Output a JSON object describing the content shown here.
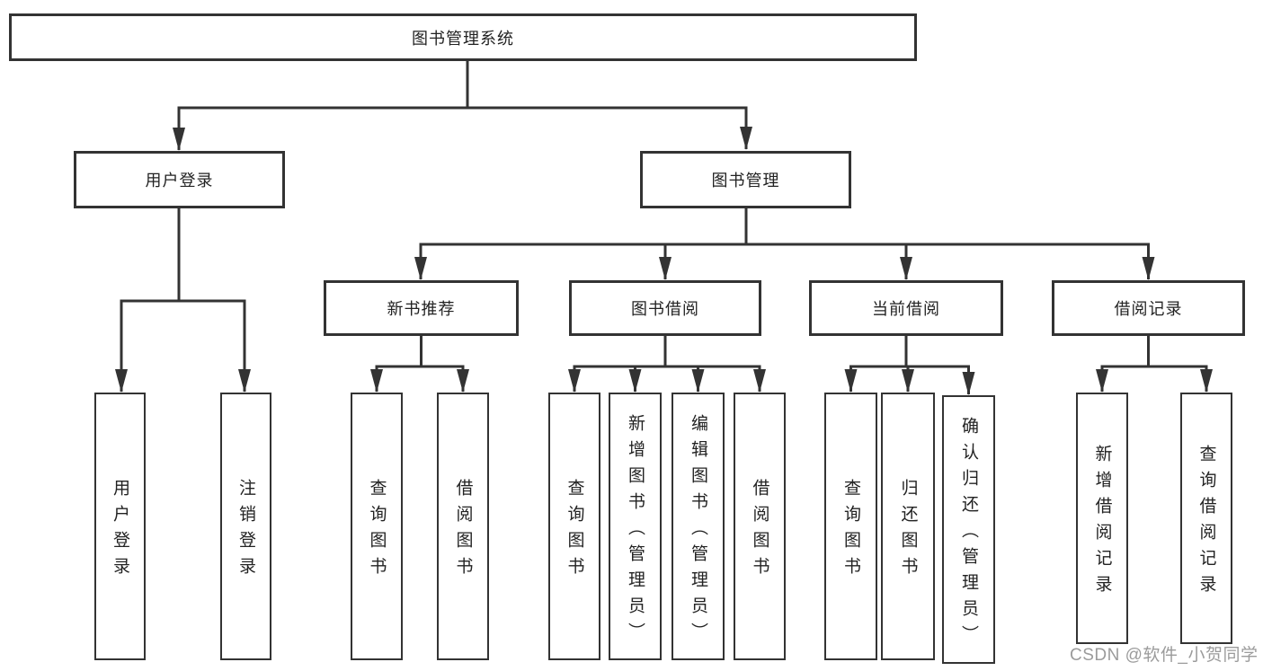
{
  "watermark": "CSDN @软件_小贺同学",
  "colors": {
    "line": "#333333",
    "text": "#222222",
    "watermark": "#9b9b9b",
    "background": "#ffffff"
  },
  "tree": {
    "root": {
      "label": "图书管理系统"
    },
    "branches": [
      {
        "label": "用户登录",
        "leaves": [
          {
            "label": "用户登录"
          },
          {
            "label": "注销登录"
          }
        ]
      },
      {
        "label": "图书管理",
        "groups": [
          {
            "label": "新书推荐",
            "leaves": [
              {
                "label": "查询图书"
              },
              {
                "label": "借阅图书"
              }
            ]
          },
          {
            "label": "图书借阅",
            "leaves": [
              {
                "label": "查询图书"
              },
              {
                "label": "新增图书（管理员）"
              },
              {
                "label": "编辑图书（管理员）"
              },
              {
                "label": "借阅图书"
              }
            ]
          },
          {
            "label": "当前借阅",
            "leaves": [
              {
                "label": "查询图书"
              },
              {
                "label": "归还图书"
              },
              {
                "label": "确认归还（管理员）"
              }
            ]
          },
          {
            "label": "借阅记录",
            "leaves": [
              {
                "label": "新增借阅记录"
              },
              {
                "label": "查询借阅记录"
              }
            ]
          }
        ]
      }
    ]
  }
}
